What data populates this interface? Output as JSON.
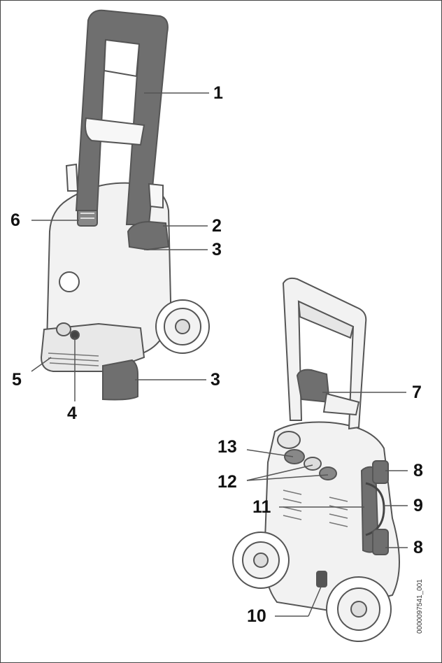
{
  "document_code": "0000097541_001",
  "colors": {
    "outline": "#555555",
    "light_fill": "#f2f2f2",
    "dark_part": "#6f6f6f",
    "callout_text": "#111111"
  },
  "callouts": {
    "c1": "1",
    "c2": "2",
    "c3a": "3",
    "c3b": "3",
    "c4": "4",
    "c5": "5",
    "c6": "6",
    "c7": "7",
    "c8a": "8",
    "c8b": "8",
    "c9": "9",
    "c10": "10",
    "c11": "11",
    "c12": "12",
    "c13": "13"
  }
}
